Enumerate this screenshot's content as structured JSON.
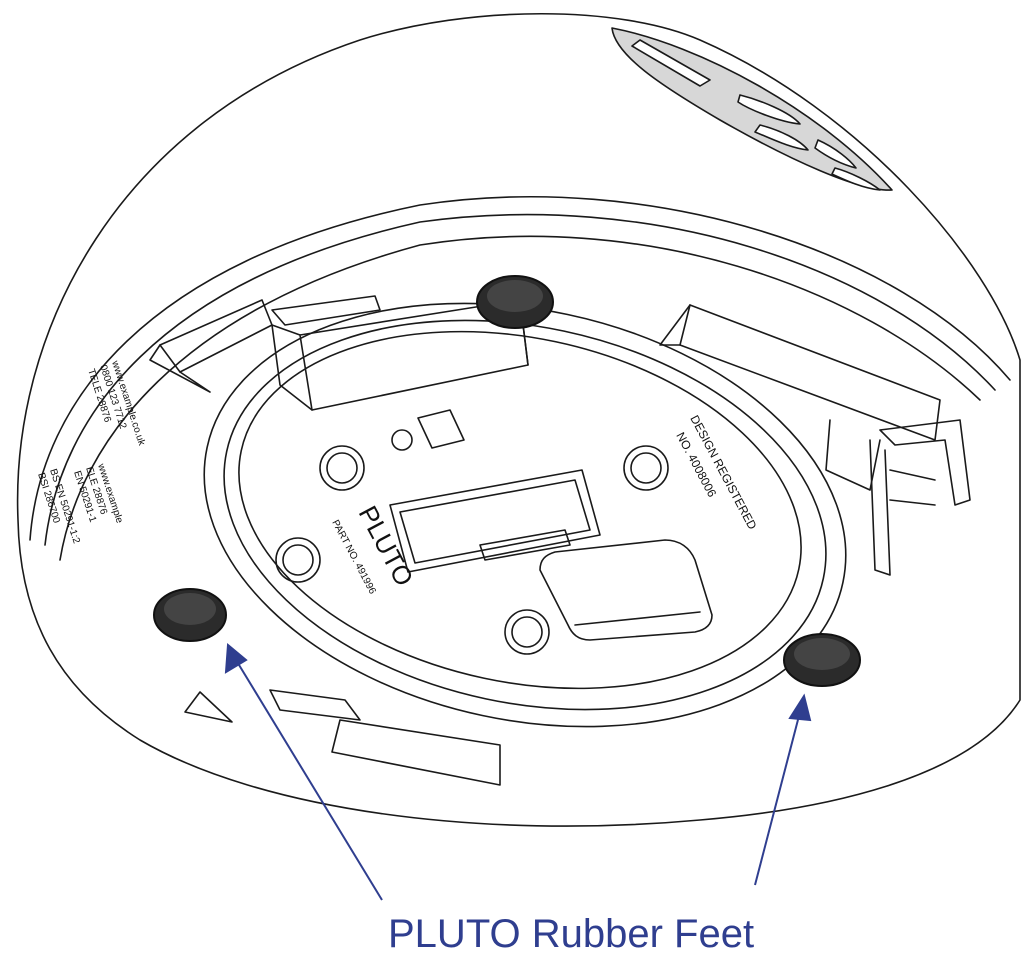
{
  "caption": "PLUTO Rubber Feet",
  "device": {
    "product_name": "PLUTO",
    "part_no": "PART NO. 491996",
    "design_reg_lines": [
      "DESIGN REGISTERED",
      "NO. 4008006"
    ],
    "left_text_block_1": [
      "www.example.co.uk",
      "0800 123 7712",
      "TELE 28876"
    ],
    "left_text_block_2": [
      "www.example",
      "ELE 28876",
      "EN 50291-1"
    ],
    "left_text_block_3": [
      "BS EN 50291-1:2",
      "BSI 286700"
    ]
  },
  "colors": {
    "caption": "#2f3e8f",
    "arrow": "#2f3e8f",
    "foot": "#2b2b2b",
    "line": "#1a1a1a"
  }
}
